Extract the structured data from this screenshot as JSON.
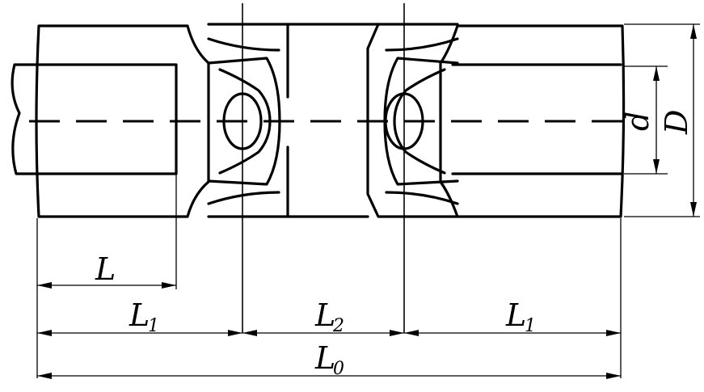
{
  "labels": {
    "L": {
      "main": "L",
      "sub": ""
    },
    "L1_left": {
      "main": "L",
      "sub": "1"
    },
    "L2": {
      "main": "L",
      "sub": "2"
    },
    "L1_right": {
      "main": "L",
      "sub": "1"
    },
    "L0": {
      "main": "L",
      "sub": "0"
    },
    "d": {
      "main": "d",
      "sub": ""
    },
    "D": {
      "main": "D",
      "sub": ""
    }
  }
}
